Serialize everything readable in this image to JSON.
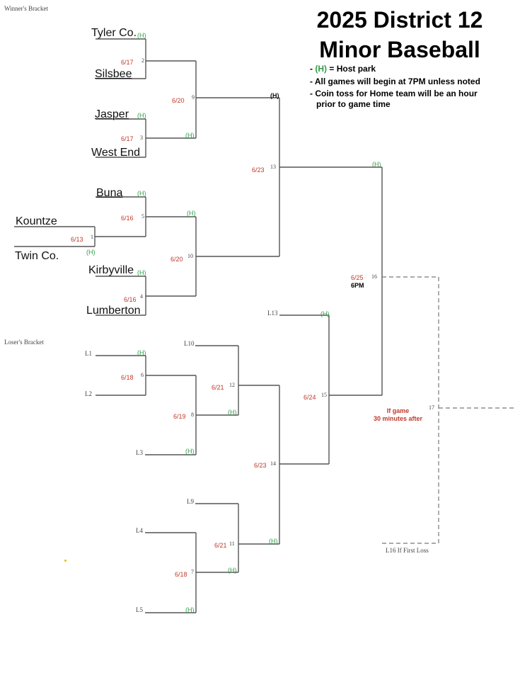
{
  "sections": {
    "winners": "Winner's Bracket",
    "losers": "Loser's Bracket"
  },
  "title": {
    "line1": "2025 District 12",
    "line2": "Minor Baseball"
  },
  "notes": {
    "n1_prefix": "- ",
    "n1_host": "(H)",
    "n1_rest": "= Host park",
    "n2": "-  All games will begin at 7PM unless noted",
    "n3a": "- Coin toss for Home team will be an hour",
    "n3b": "prior to game time"
  },
  "teams": {
    "tyler": "Tyler Co.",
    "silsbee": "Silsbee",
    "jasper": "Jasper",
    "westend": "West End",
    "buna": "Buna",
    "kountze": "Kountze",
    "twinco": "Twin Co.",
    "kirbyville": "Kirbyville",
    "lumberton": "Lumberton"
  },
  "host": "(H)",
  "dates": {
    "g2": "6/17",
    "g3": "6/17",
    "g9": "6/20",
    "g13": "6/23",
    "g5": "6/16",
    "g1": "6/13",
    "g10": "6/20",
    "g4": "6/16",
    "g16": "6/25",
    "g6": "6/18",
    "g12": "6/21",
    "g8": "6/19",
    "g15": "6/24",
    "g14": "6/23",
    "g11": "6/21",
    "g7": "6/18"
  },
  "g16_time": "6PM",
  "games": {
    "g1": "1",
    "g2": "2",
    "g3": "3",
    "g4": "4",
    "g5": "5",
    "g6": "6",
    "g7": "7",
    "g8": "8",
    "g9": "9",
    "g10": "10",
    "g11": "11",
    "g12": "12",
    "g13": "13",
    "g14": "14",
    "g15": "15",
    "g16": "16",
    "g17": "17"
  },
  "losers": {
    "l1": "L1",
    "l2": "L2",
    "l3": "L3",
    "l4": "L4",
    "l5": "L5",
    "l9": "L9",
    "l10": "L10",
    "l13": "L13",
    "l16": "L16 If First Loss"
  },
  "if_game": {
    "line1": "If game",
    "line2": "30 minutes after"
  }
}
